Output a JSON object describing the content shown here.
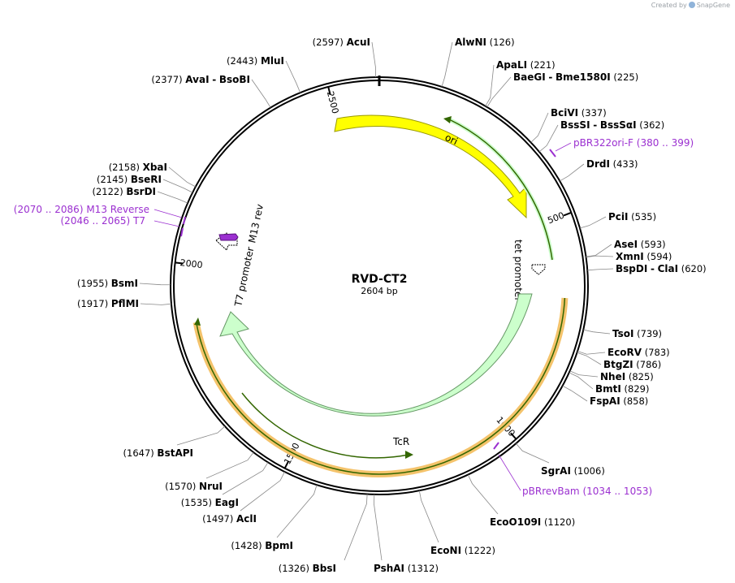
{
  "brand": {
    "created_by": "Created by",
    "product": "SnapGene"
  },
  "plasmid": {
    "name": "RVD-CT2",
    "length_label": "2604 bp",
    "length": 2604
  },
  "ticks": [
    {
      "pos": 500,
      "label": "500"
    },
    {
      "pos": 1000,
      "label": "1000"
    },
    {
      "pos": 1500,
      "label": "1500"
    },
    {
      "pos": 2000,
      "label": "2000"
    },
    {
      "pos": 2500,
      "label": "2500"
    }
  ],
  "sites": [
    {
      "name": "AcuI",
      "pos": "(2597)"
    },
    {
      "name": "AlwNI",
      "pos": "(126)"
    },
    {
      "name": "ApaLI",
      "pos": "(221)"
    },
    {
      "name": "BaeGI",
      "sep": "-",
      "name2": "Bme1580I",
      "pos": "(225)"
    },
    {
      "name": "BciVI",
      "pos": "(337)"
    },
    {
      "name": "BssSI",
      "sep": "-",
      "name2": "BssSαI",
      "pos": "(362)"
    },
    {
      "name": "DrdI",
      "pos": "(433)"
    },
    {
      "name": "PciI",
      "pos": "(535)"
    },
    {
      "name": "AseI",
      "pos": "(593)"
    },
    {
      "name": "XmnI",
      "pos": "(594)"
    },
    {
      "name": "BspDI",
      "sep": "-",
      "name2": "ClaI",
      "pos": "(620)"
    },
    {
      "name": "TsoI",
      "pos": "(739)"
    },
    {
      "name": "EcoRV",
      "pos": "(783)"
    },
    {
      "name": "BtgZI",
      "pos": "(786)"
    },
    {
      "name": "NheI",
      "pos": "(825)"
    },
    {
      "name": "BmtI",
      "pos": "(829)"
    },
    {
      "name": "FspAI",
      "pos": "(858)"
    },
    {
      "name": "SgrAI",
      "pos": "(1006)"
    },
    {
      "name": "EcoO109I",
      "pos": "(1120)"
    },
    {
      "name": "EcoNI",
      "pos": "(1222)"
    },
    {
      "name": "PshAI",
      "pos": "(1312)"
    },
    {
      "name": "BbsI",
      "pos": "(1326)"
    },
    {
      "name": "BpmI",
      "pos": "(1428)"
    },
    {
      "name": "AclI",
      "pos": "(1497)"
    },
    {
      "name": "EagI",
      "pos": "(1535)"
    },
    {
      "name": "NruI",
      "pos": "(1570)"
    },
    {
      "name": "BstAPI",
      "pos": "(1647)"
    },
    {
      "name": "PflMI",
      "pos": "(1917)"
    },
    {
      "name": "BsmI",
      "pos": "(1955)"
    },
    {
      "name": "BsrDI",
      "pos": "(2122)"
    },
    {
      "name": "BseRI",
      "pos": "(2145)"
    },
    {
      "name": "XbaI",
      "pos": "(2158)"
    },
    {
      "name": "AvaI",
      "sep": "-",
      "name2": "BsoBI",
      "pos": "(2377)"
    },
    {
      "name": "MluI",
      "pos": "(2443)"
    }
  ],
  "primers": [
    {
      "name": "pBR322ori-F",
      "range": "(380 .. 399)"
    },
    {
      "name": "pBRrevBam",
      "range": "(1034 .. 1053)"
    },
    {
      "name": "M13 Reverse",
      "range": "(2070 .. 2086)"
    },
    {
      "name": "T7",
      "range": "(2046 .. 2065)"
    }
  ],
  "features": [
    {
      "name": "ori",
      "color": "#ffff00",
      "stroke": "#999900"
    },
    {
      "name": "tet promoter",
      "color": "#ffffff"
    },
    {
      "name": "TcR",
      "color": "#ccffcc",
      "stroke": "#669966"
    },
    {
      "name": "T7 promoter",
      "color": "#ffffff"
    },
    {
      "name": "M13 rev",
      "color": "#9b30d0"
    }
  ],
  "colors": {
    "primer": "#9b30d0",
    "orf": "#f4c36b",
    "orf_dark": "#336600"
  }
}
